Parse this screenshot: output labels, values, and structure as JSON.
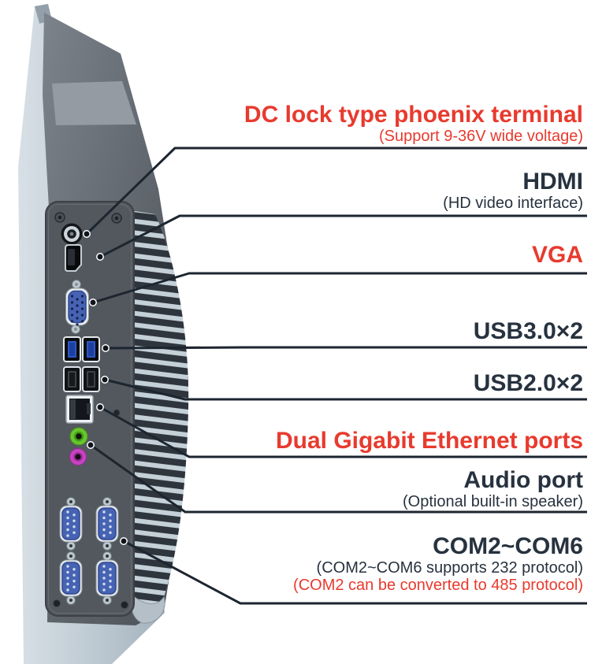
{
  "colors": {
    "accent_red": "#e83a2e",
    "text_dark": "#27323f",
    "callout_line": "#1d2530",
    "device_panel": "#53585e",
    "usb3_blue": "#2e57c6",
    "connector_blue": "#4663b4",
    "audio_green": "#68c52e",
    "audio_pink": "#c743c3"
  },
  "labels": [
    {
      "title": "DC lock type phoenix terminal",
      "subs": [
        "(Support 9-36V wide voltage)"
      ]
    },
    {
      "title": "HDMI",
      "subs": [
        "(HD video interface)"
      ]
    },
    {
      "title": "VGA",
      "subs": []
    },
    {
      "title": "USB3.0×2",
      "subs": []
    },
    {
      "title": "USB2.0×2",
      "subs": []
    },
    {
      "title": "Dual Gigabit Ethernet ports",
      "subs": []
    },
    {
      "title": "Audio port",
      "subs": [
        "(Optional built-in speaker)"
      ]
    },
    {
      "title": "COM2~COM6",
      "subs": [
        "(COM2~COM6 supports 232 protocol)",
        "(COM2 can be converted to 485 protocol)"
      ]
    }
  ],
  "device": {
    "port_icons": [
      "dc-power-jack-icon",
      "hdmi-port-icon",
      "vga-port-icon",
      "usb3-ports-icon",
      "usb2-ports-icon",
      "ethernet-port-icon",
      "audio-out-jack-icon",
      "mic-jack-icon",
      "com-serial-ports-icon"
    ]
  }
}
